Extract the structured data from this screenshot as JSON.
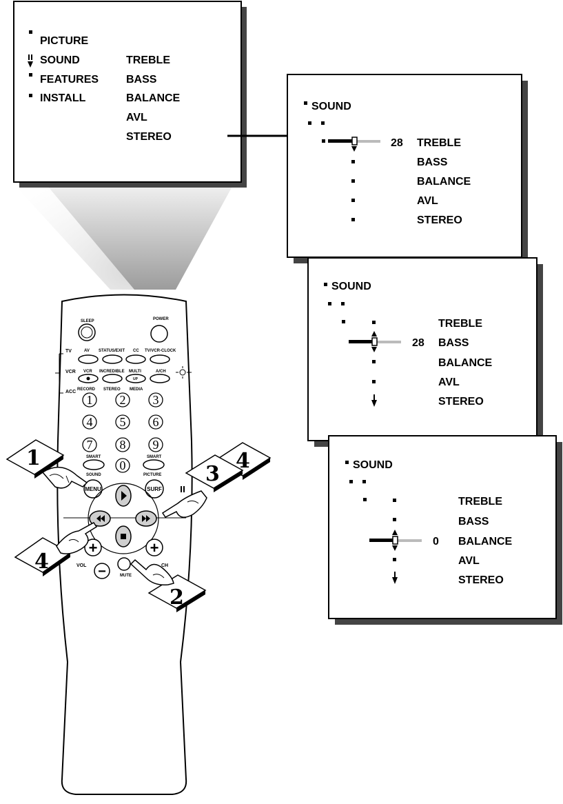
{
  "main_menu": {
    "items": [
      "PICTURE",
      "SOUND",
      "FEATURES",
      "INSTALL"
    ],
    "submenu": [
      "TREBLE",
      "BASS",
      "BALANCE",
      "AVL",
      "STEREO"
    ]
  },
  "panel_treble": {
    "title": "SOUND",
    "value": "28",
    "items": [
      "TREBLE",
      "BASS",
      "BALANCE",
      "AVL",
      "STEREO"
    ]
  },
  "panel_bass": {
    "title": "SOUND",
    "value": "28",
    "items": [
      "TREBLE",
      "BASS",
      "BALANCE",
      "AVL",
      "STEREO"
    ]
  },
  "panel_balance": {
    "title": "SOUND",
    "value": "0",
    "items": [
      "TREBLE",
      "BASS",
      "BALANCE",
      "AVL",
      "STEREO"
    ]
  },
  "remote": {
    "sleep": "SLEEP",
    "power": "POWER",
    "side_tv": "TV",
    "side_vcr": "VCR",
    "side_acc": "ACC",
    "row1": [
      "AV",
      "STATUS/EXIT",
      "CC",
      "TV/VCR-CLOCK"
    ],
    "row2": [
      "VCR",
      "INCREDIBLE",
      "MULTI",
      "A/CH"
    ],
    "multi_sub": "UP",
    "row3": [
      "RECORD",
      "STEREO",
      "MEDIA"
    ],
    "digits": [
      "1",
      "2",
      "3",
      "4",
      "5",
      "6",
      "7",
      "8",
      "9",
      "0"
    ],
    "smart": "SMART",
    "sound": "SOUND",
    "picture": "PICTURE",
    "menu": "MENU",
    "surf": "SURF",
    "vol": "VOL",
    "ch": "CH",
    "mute": "MUTE"
  },
  "steps": {
    "s1": "1",
    "s2": "2",
    "s3": "3",
    "s4_top": "4",
    "s4_left": "4"
  }
}
